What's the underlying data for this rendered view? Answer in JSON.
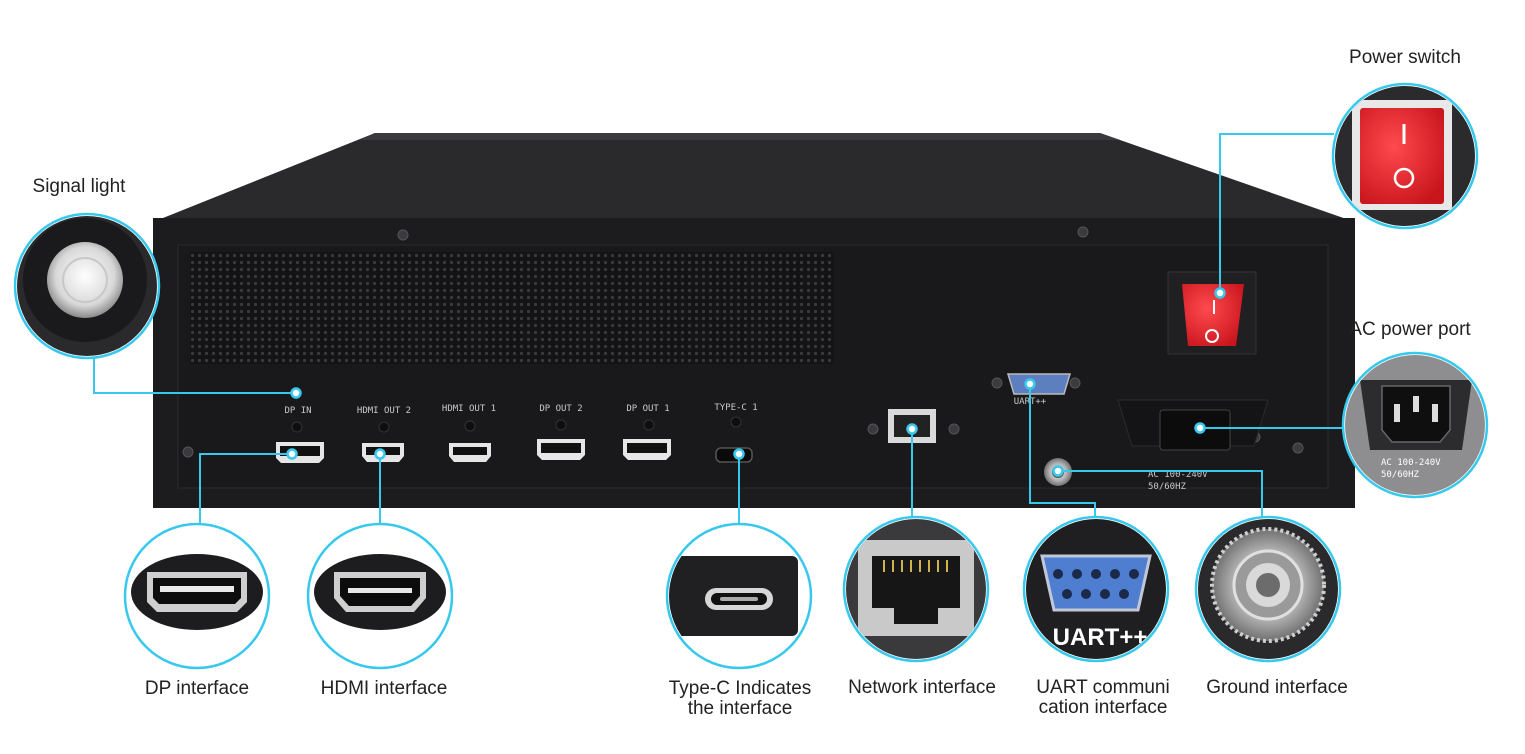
{
  "callouts": {
    "power_switch": "Power switch",
    "signal_light": "Signal light",
    "ac_power_port": "AC power port",
    "dp_interface": "DP interface",
    "hdmi_interface": "HDMI interface",
    "type_c_line1": "Type-C Indicates",
    "type_c_line2": "the interface",
    "network_interface": "Network interface",
    "uart_line1": "UART communi",
    "uart_line2": "cation interface",
    "ground_interface": "Ground interface"
  },
  "panel_labels": {
    "dp_in": "DP IN",
    "hdmi_out_2": "HDMI OUT 2",
    "hdmi_out_1": "HDMI OUT 1",
    "dp_out_2": "DP OUT 2",
    "dp_out_1": "DP OUT 1",
    "type_c_1": "TYPE-C 1",
    "uart_small": "UART++",
    "ac_rating_1": "AC 100-240V",
    "ac_rating_2": "50/60HZ"
  },
  "zoom_labels": {
    "uart_big": "UART++",
    "ac_rating_1": "AC 100-240V",
    "ac_rating_2": "50/60HZ"
  },
  "colors": {
    "accent": "#37c8ee",
    "chassis": "#1c1c1e",
    "switch_red": "#e0242c"
  }
}
